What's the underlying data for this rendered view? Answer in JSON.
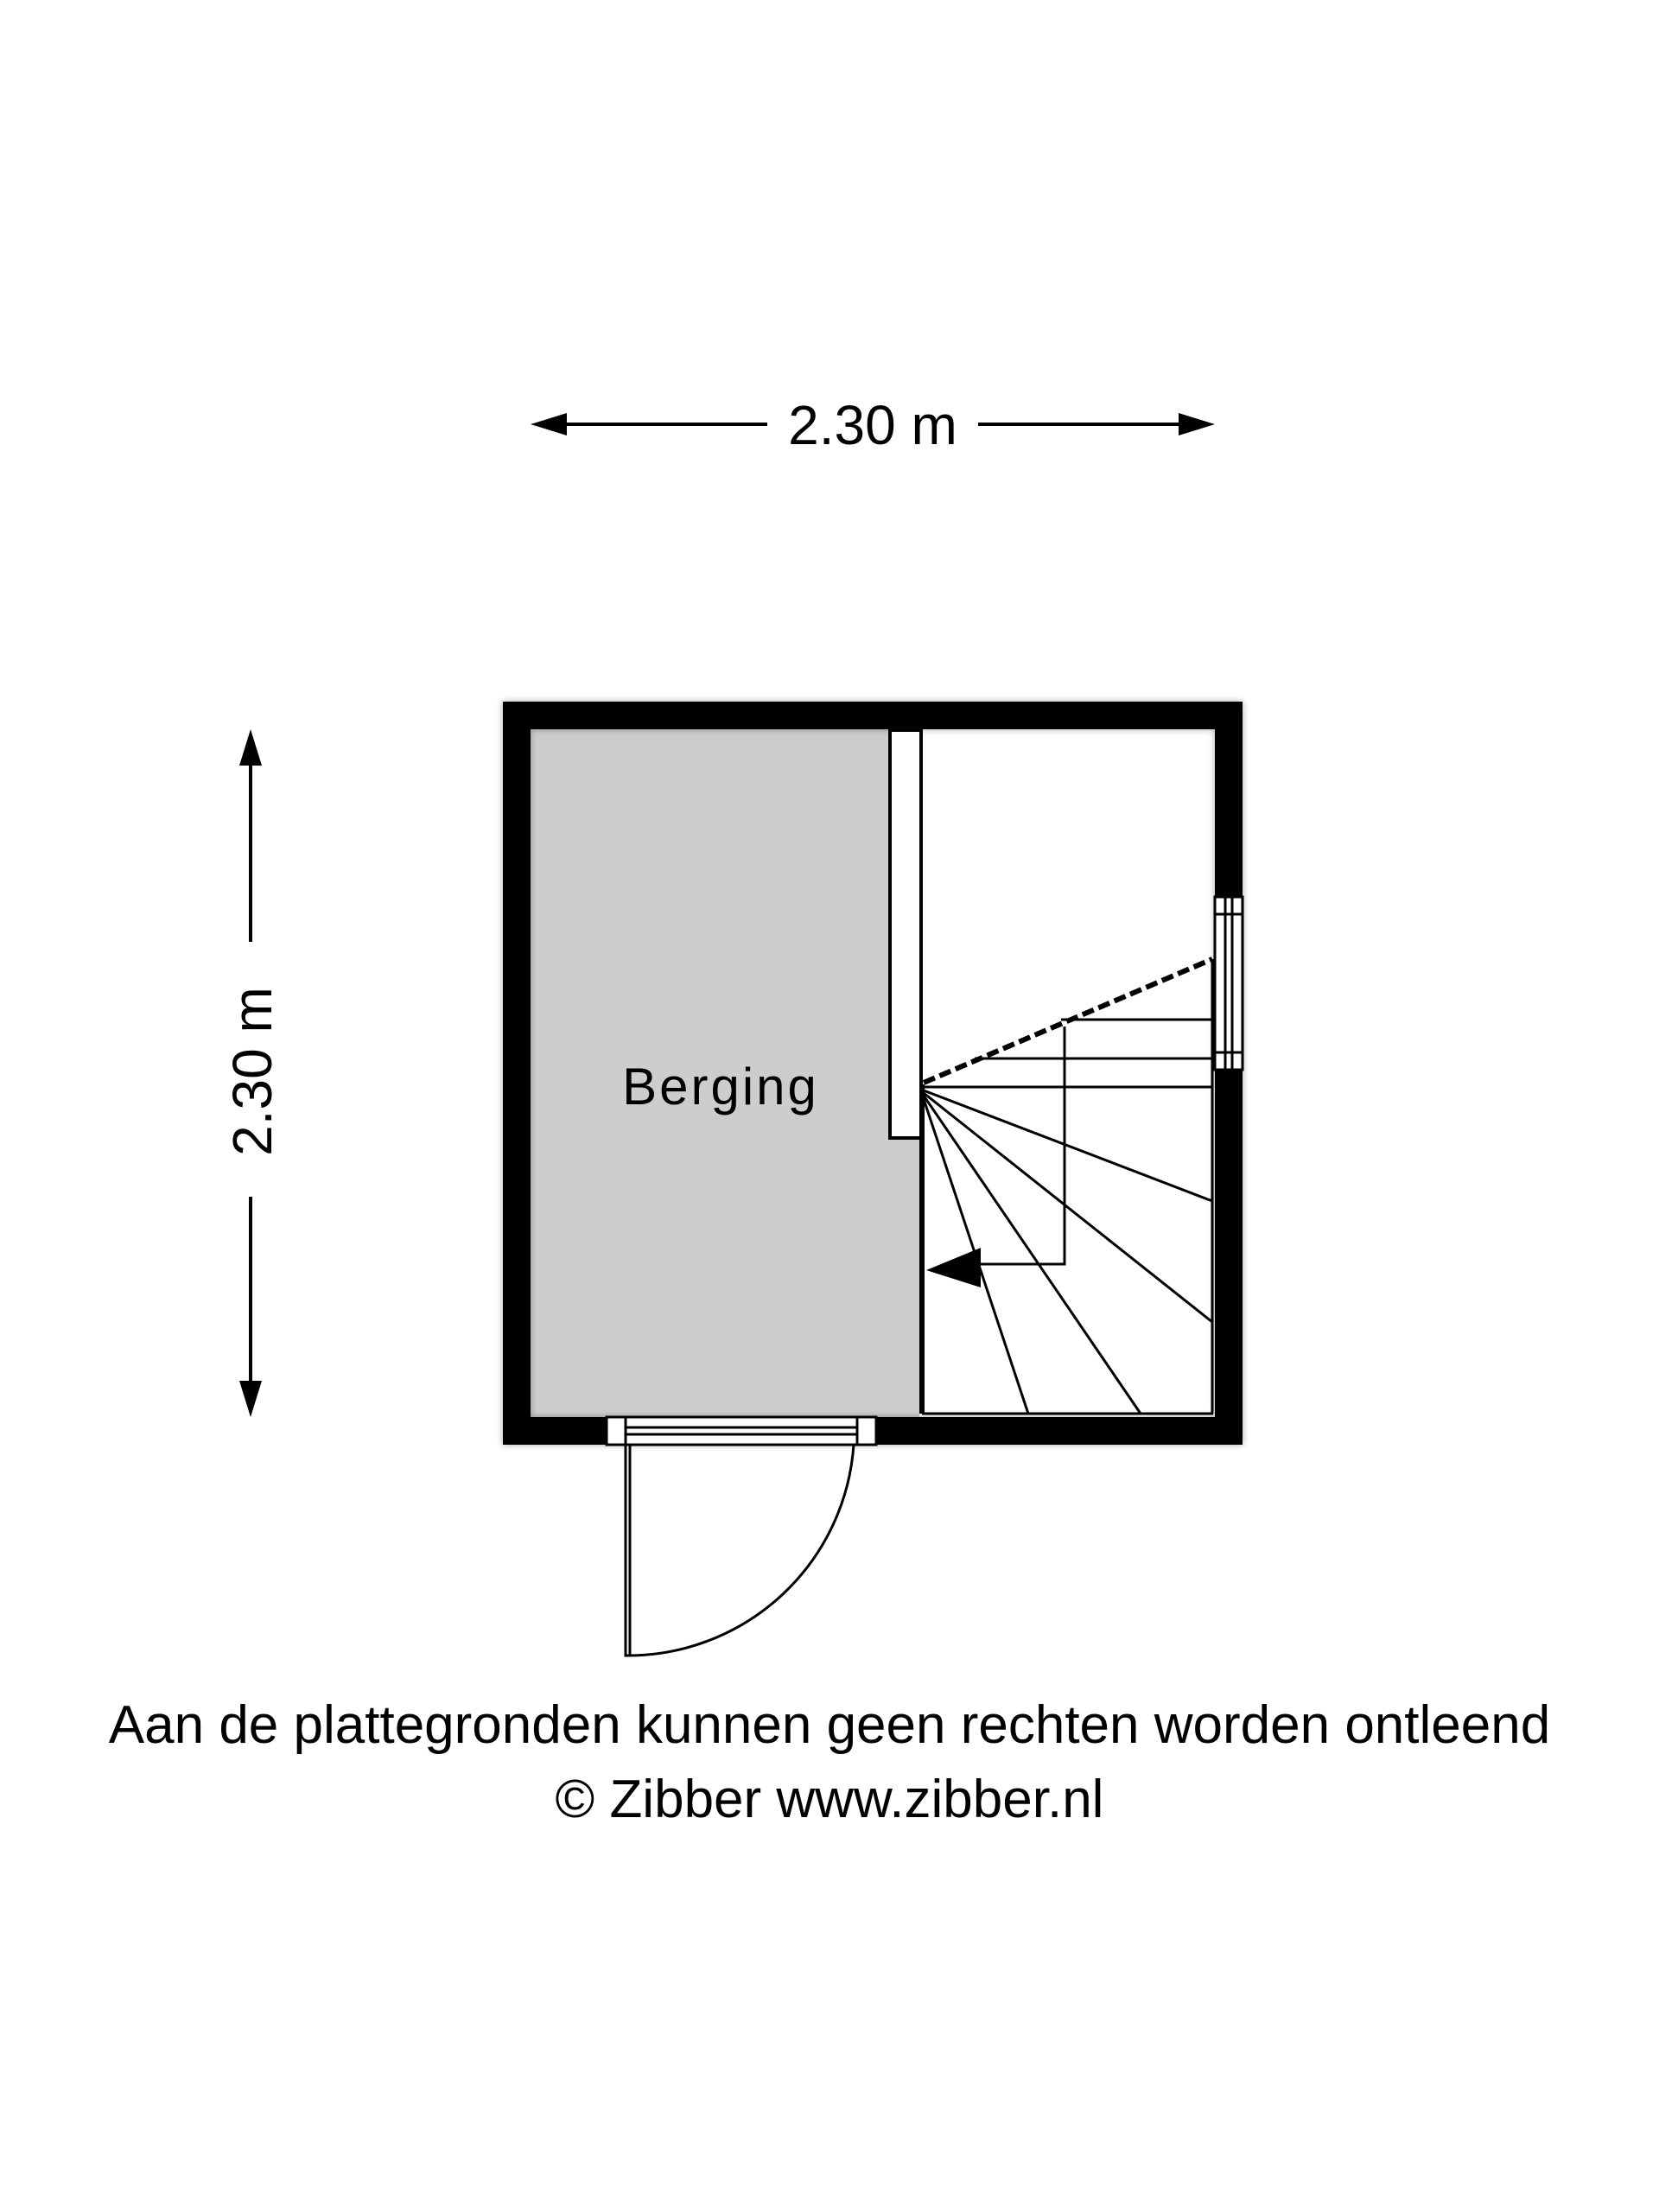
{
  "dimensions": {
    "width_label": "2.30 m",
    "height_label": "2.30 m"
  },
  "rooms": {
    "storage_label": "Berging"
  },
  "colors": {
    "wall": "#000000",
    "storage_floor": "#cdcdcd",
    "background": "#ffffff"
  },
  "footer": {
    "disclaimer": "Aan de plattegronden kunnen geen rechten worden ontleend",
    "copyright": "© Zibber www.zibber.nl"
  }
}
